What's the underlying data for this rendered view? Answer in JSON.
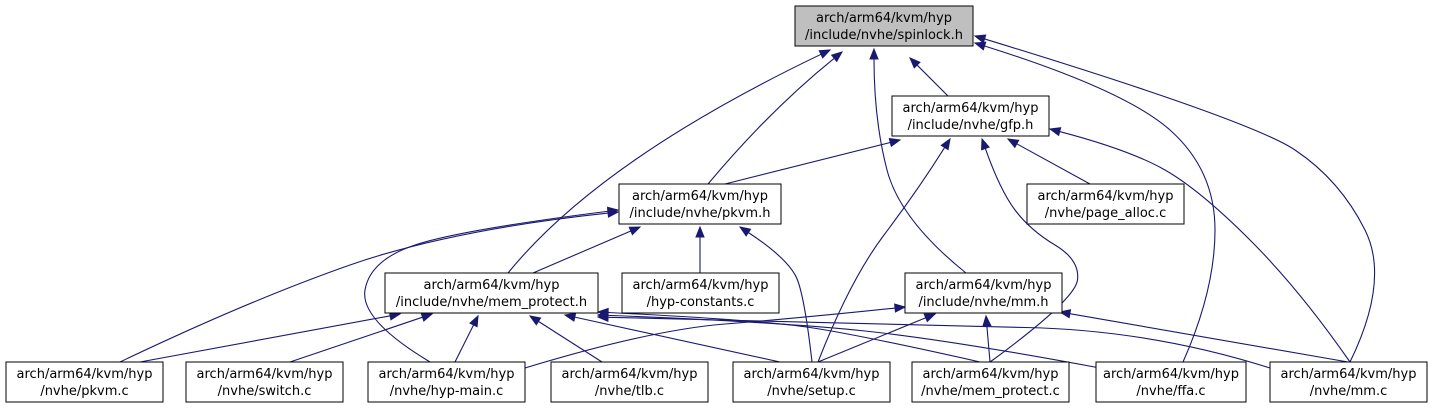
{
  "colors": {
    "edge": "#191970",
    "root_fill": "#bfbfbf",
    "node_fill": "#ffffff",
    "node_border": "#000000"
  },
  "nodes": [
    {
      "id": "spinlock",
      "lines": [
        "arch/arm64/kvm/hyp",
        "/include/nvhe/spinlock.h"
      ],
      "root": true
    },
    {
      "id": "gfp",
      "lines": [
        "arch/arm64/kvm/hyp",
        "/include/nvhe/gfp.h"
      ]
    },
    {
      "id": "pkvm_h",
      "lines": [
        "arch/arm64/kvm/hyp",
        "/include/nvhe/pkvm.h"
      ]
    },
    {
      "id": "page_alloc",
      "lines": [
        "arch/arm64/kvm/hyp",
        "/nvhe/page_alloc.c"
      ]
    },
    {
      "id": "mem_protect_h",
      "lines": [
        "arch/arm64/kvm/hyp",
        "/include/nvhe/mem_protect.h"
      ]
    },
    {
      "id": "hyp_constants",
      "lines": [
        "arch/arm64/kvm/hyp",
        "/hyp-constants.c"
      ]
    },
    {
      "id": "mm_h",
      "lines": [
        "arch/arm64/kvm/hyp",
        "/include/nvhe/mm.h"
      ]
    },
    {
      "id": "pkvm_c",
      "lines": [
        "arch/arm64/kvm/hyp",
        "/nvhe/pkvm.c"
      ]
    },
    {
      "id": "switch_c",
      "lines": [
        "arch/arm64/kvm/hyp",
        "/nvhe/switch.c"
      ]
    },
    {
      "id": "hyp_main",
      "lines": [
        "arch/arm64/kvm/hyp",
        "/nvhe/hyp-main.c"
      ]
    },
    {
      "id": "tlb_c",
      "lines": [
        "arch/arm64/kvm/hyp",
        "/nvhe/tlb.c"
      ]
    },
    {
      "id": "setup_c",
      "lines": [
        "arch/arm64/kvm/hyp",
        "/nvhe/setup.c"
      ]
    },
    {
      "id": "mem_protect_c",
      "lines": [
        "arch/arm64/kvm/hyp",
        "/nvhe/mem_protect.c"
      ]
    },
    {
      "id": "ffa_c",
      "lines": [
        "arch/arm64/kvm/hyp",
        "/nvhe/ffa.c"
      ]
    },
    {
      "id": "mm_c",
      "lines": [
        "arch/arm64/kvm/hyp",
        "/nvhe/mm.c"
      ]
    }
  ],
  "edges": [
    {
      "from": "gfp",
      "to": "spinlock"
    },
    {
      "from": "pkvm_h",
      "to": "spinlock"
    },
    {
      "from": "mem_protect_h",
      "to": "spinlock"
    },
    {
      "from": "mm_h",
      "to": "spinlock"
    },
    {
      "from": "ffa_c",
      "to": "spinlock"
    },
    {
      "from": "mm_c",
      "to": "spinlock"
    },
    {
      "from": "pkvm_h",
      "to": "gfp"
    },
    {
      "from": "page_alloc",
      "to": "gfp"
    },
    {
      "from": "setup_c",
      "to": "gfp"
    },
    {
      "from": "mem_protect_c",
      "to": "gfp"
    },
    {
      "from": "mm_c",
      "to": "gfp"
    },
    {
      "from": "mem_protect_h",
      "to": "pkvm_h"
    },
    {
      "from": "hyp_constants",
      "to": "pkvm_h"
    },
    {
      "from": "pkvm_c",
      "to": "pkvm_h"
    },
    {
      "from": "hyp_main",
      "to": "pkvm_h"
    },
    {
      "from": "setup_c",
      "to": "pkvm_h"
    },
    {
      "from": "pkvm_c",
      "to": "mem_protect_h"
    },
    {
      "from": "switch_c",
      "to": "mem_protect_h"
    },
    {
      "from": "hyp_main",
      "to": "mem_protect_h"
    },
    {
      "from": "tlb_c",
      "to": "mem_protect_h"
    },
    {
      "from": "setup_c",
      "to": "mem_protect_h"
    },
    {
      "from": "mem_protect_c",
      "to": "mem_protect_h"
    },
    {
      "from": "ffa_c",
      "to": "mem_protect_h"
    },
    {
      "from": "mm_c",
      "to": "mem_protect_h"
    },
    {
      "from": "hyp_main",
      "to": "mm_h"
    },
    {
      "from": "setup_c",
      "to": "mm_h"
    },
    {
      "from": "mem_protect_c",
      "to": "mm_h"
    },
    {
      "from": "mm_c",
      "to": "mm_h"
    }
  ]
}
